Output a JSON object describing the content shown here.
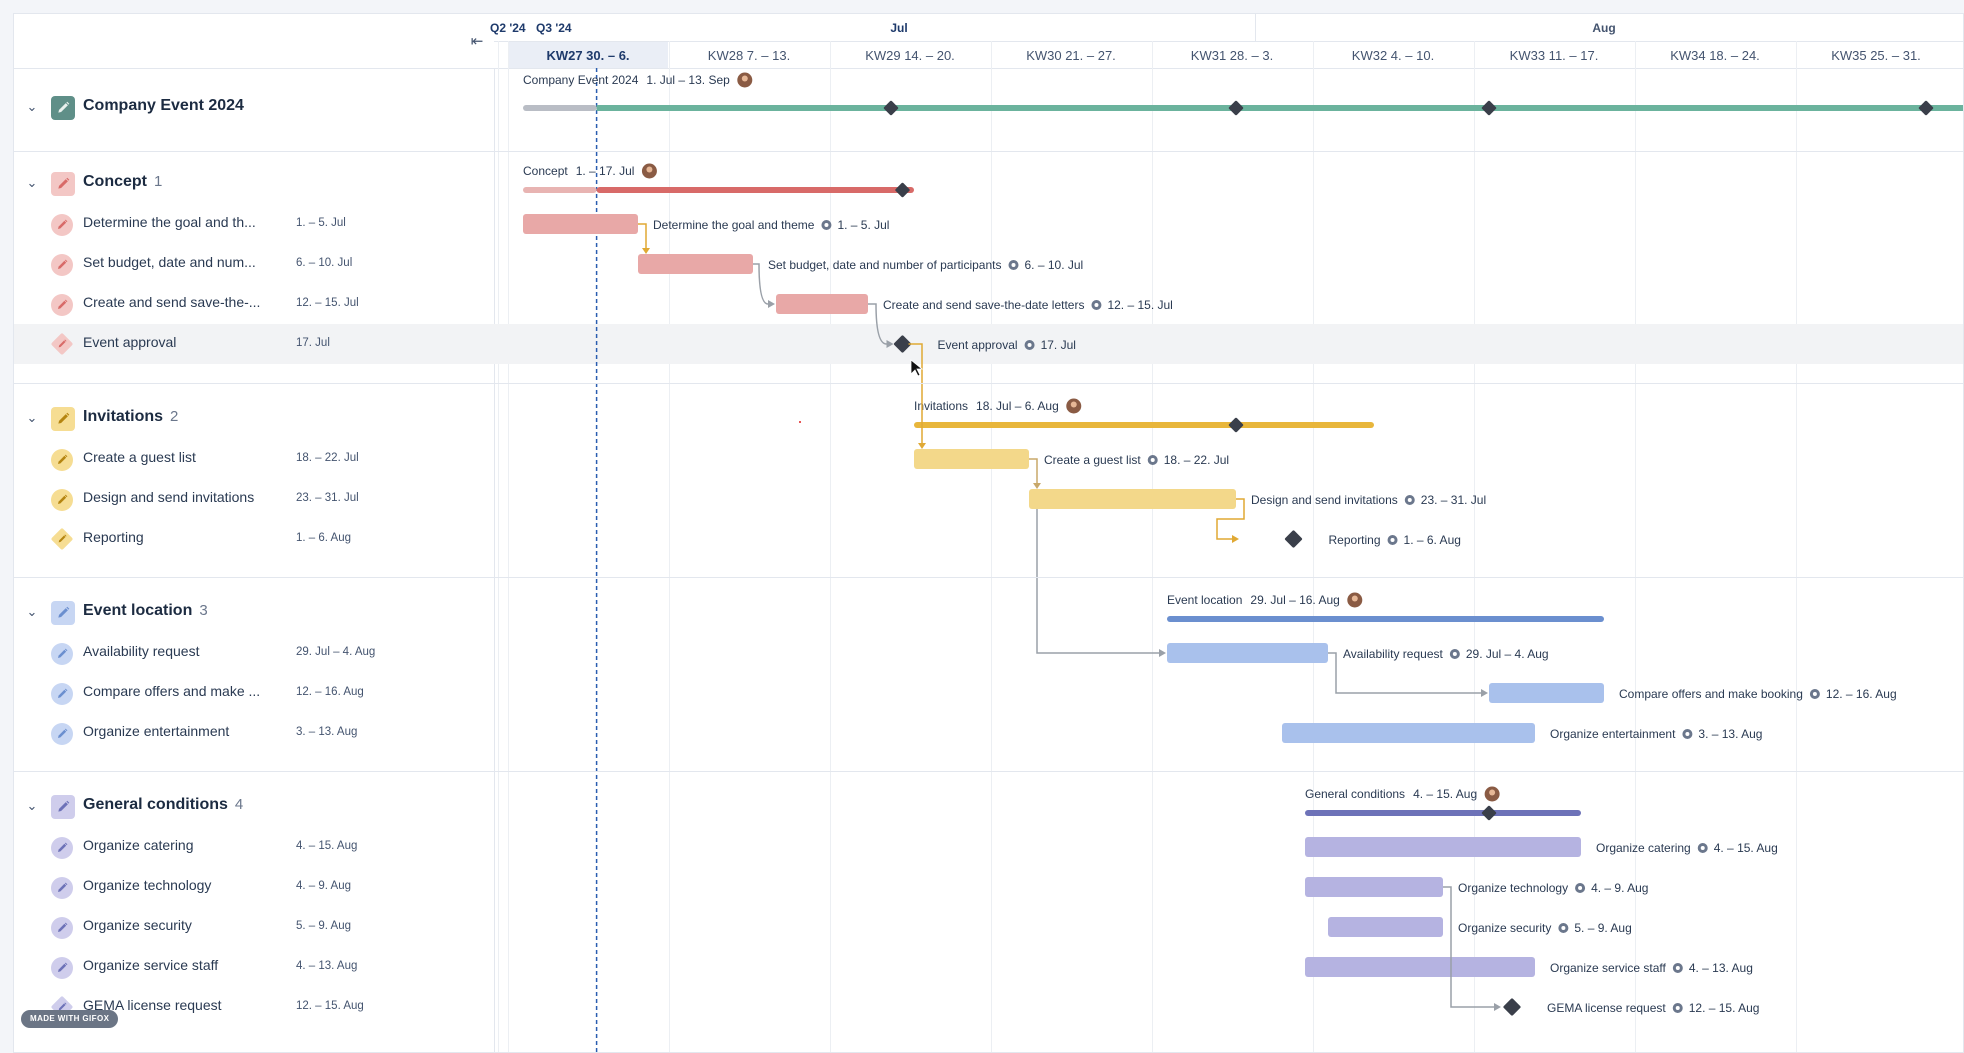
{
  "timeline": {
    "quarter_prev_label": "Q2 '24",
    "quarter_label": "Q3 '24",
    "months": [
      {
        "name": "Jul",
        "center_day": 14.5
      },
      {
        "name": "Aug",
        "center_day": 45.5
      }
    ],
    "weeks": [
      {
        "label": "KW27 30. – 6.",
        "current": true
      },
      {
        "label": "KW28 7. – 13."
      },
      {
        "label": "KW29 14. – 20."
      },
      {
        "label": "KW30 21. – 27."
      },
      {
        "label": "KW31 28. – 3."
      },
      {
        "label": "KW32 4. – 10."
      },
      {
        "label": "KW33 11. – 17."
      },
      {
        "label": "KW34 18. – 24."
      },
      {
        "label": "KW35 25. – 31."
      }
    ],
    "today_day": 4.2
  },
  "colors": {
    "company": "#6bb39d",
    "company_icon": "#5f8f88",
    "concept_bar": "#d86a68",
    "concept_task": "#e8a8a7",
    "concept_icon": "#d86a68",
    "concept_icon_bg": "#f3c7c5",
    "invitations_bar": "#e8b63b",
    "invitations_task": "#f3d88a",
    "invitations_icon_bg": "#f6dd93",
    "location_bar": "#6b8fcf",
    "location_task": "#a9c1ec",
    "location_icon_bg": "#c7d6f3",
    "conditions_bar": "#6d72b8",
    "conditions_task": "#b5b3e1",
    "conditions_icon_bg": "#cfcdec",
    "milestone": "#3a3f4a",
    "link_gold": "#e0a934",
    "link_gray": "#9aa0a8",
    "today_line": "#2a5db0"
  },
  "project": {
    "name": "Company Event 2024",
    "range": "1. Jul – 13. Sep",
    "start": 1,
    "end": 75,
    "progress_end": 4.2,
    "milestones": [
      17,
      32,
      43,
      62
    ]
  },
  "groups": [
    {
      "key": "concept",
      "name": "Concept",
      "count": "1",
      "range": "1. – 17. Jul",
      "start": 1,
      "end": 18,
      "progress_end": 4.2,
      "milestone": 17.5,
      "items": [
        {
          "name": "Determine the goal and th...",
          "full": "Determine the goal and theme",
          "date": "1. – 5. Jul",
          "start": 1,
          "end": 6
        },
        {
          "name": "Set budget, date and num...",
          "full": "Set budget, date and number of participants",
          "date": "6. – 10. Jul",
          "start": 6,
          "end": 11
        },
        {
          "name": "Create and send save-the-...",
          "full": "Create and send save-the-date letters",
          "date": "12. – 15. Jul",
          "start": 12,
          "end": 16
        },
        {
          "name": "Event approval",
          "full": "Event approval",
          "date": "17. Jul",
          "milestone": 17.5
        }
      ]
    },
    {
      "key": "invitations",
      "name": "Invitations",
      "count": "2",
      "range": "18. Jul – 6. Aug",
      "start": 18,
      "end": 38,
      "milestone": 32,
      "items": [
        {
          "name": "Create a guest list",
          "full": "Create a guest list",
          "date": "18. – 22. Jul",
          "start": 18,
          "end": 23
        },
        {
          "name": "Design and send invitations",
          "full": "Design and send invitations",
          "date": "23. – 31. Jul",
          "start": 23,
          "end": 32
        },
        {
          "name": "Reporting",
          "full": "Reporting",
          "date": "1. – 6. Aug",
          "milestone": 34.5
        }
      ]
    },
    {
      "key": "location",
      "name": "Event location",
      "count": "3",
      "range": "29. Jul – 16. Aug",
      "start": 29,
      "end": 48,
      "items": [
        {
          "name": "Availability request",
          "full": "Availability request",
          "date": "29. Jul – 4. Aug",
          "start": 29,
          "end": 36
        },
        {
          "name": "Compare offers and make ...",
          "full": "Compare offers and make booking",
          "date": "12. – 16. Aug",
          "start": 43,
          "end": 48
        },
        {
          "name": "Organize entertainment",
          "full": "Organize entertainment",
          "date": "3. – 13. Aug",
          "start": 34,
          "end": 45
        }
      ]
    },
    {
      "key": "conditions",
      "name": "General conditions",
      "count": "4",
      "range": "4. – 15. Aug",
      "start": 35,
      "end": 47,
      "milestone": 43,
      "items": [
        {
          "name": "Organize catering",
          "full": "Organize catering",
          "date": "4. – 15. Aug",
          "start": 35,
          "end": 47
        },
        {
          "name": "Organize technology",
          "full": "Organize technology",
          "date": "4. – 9. Aug",
          "start": 35,
          "end": 41
        },
        {
          "name": "Organize security",
          "full": "Organize security",
          "date": "5. – 9. Aug",
          "start": 36,
          "end": 41
        },
        {
          "name": "Organize service staff",
          "full": "Organize service staff",
          "date": "4. – 13. Aug",
          "start": 35,
          "end": 45
        },
        {
          "name": "GEMA license request",
          "full": "GEMA license request",
          "date": "12. – 15. Aug",
          "milestone": 44
        }
      ]
    }
  ],
  "badge": "MADE WITH GIFOX"
}
